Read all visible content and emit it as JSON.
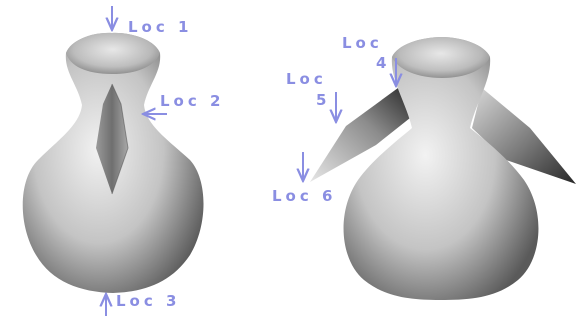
{
  "colors": {
    "annotation": "#8a8ee2",
    "shape_light": "#eeeeee",
    "shape_dark": "#3a3a3a"
  },
  "figure": {
    "left_model": {
      "labels": [
        "Loc 1",
        "Loc 2",
        "Loc 3"
      ]
    },
    "right_model": {
      "labels": {
        "loc4_top": "Loc",
        "loc4_bottom": "4",
        "loc5_top": "Loc",
        "loc5_bottom": "5",
        "loc6": "Loc 6"
      }
    }
  },
  "icons": [
    "down-arrow-icon",
    "left-arrow-icon",
    "up-arrow-icon"
  ]
}
